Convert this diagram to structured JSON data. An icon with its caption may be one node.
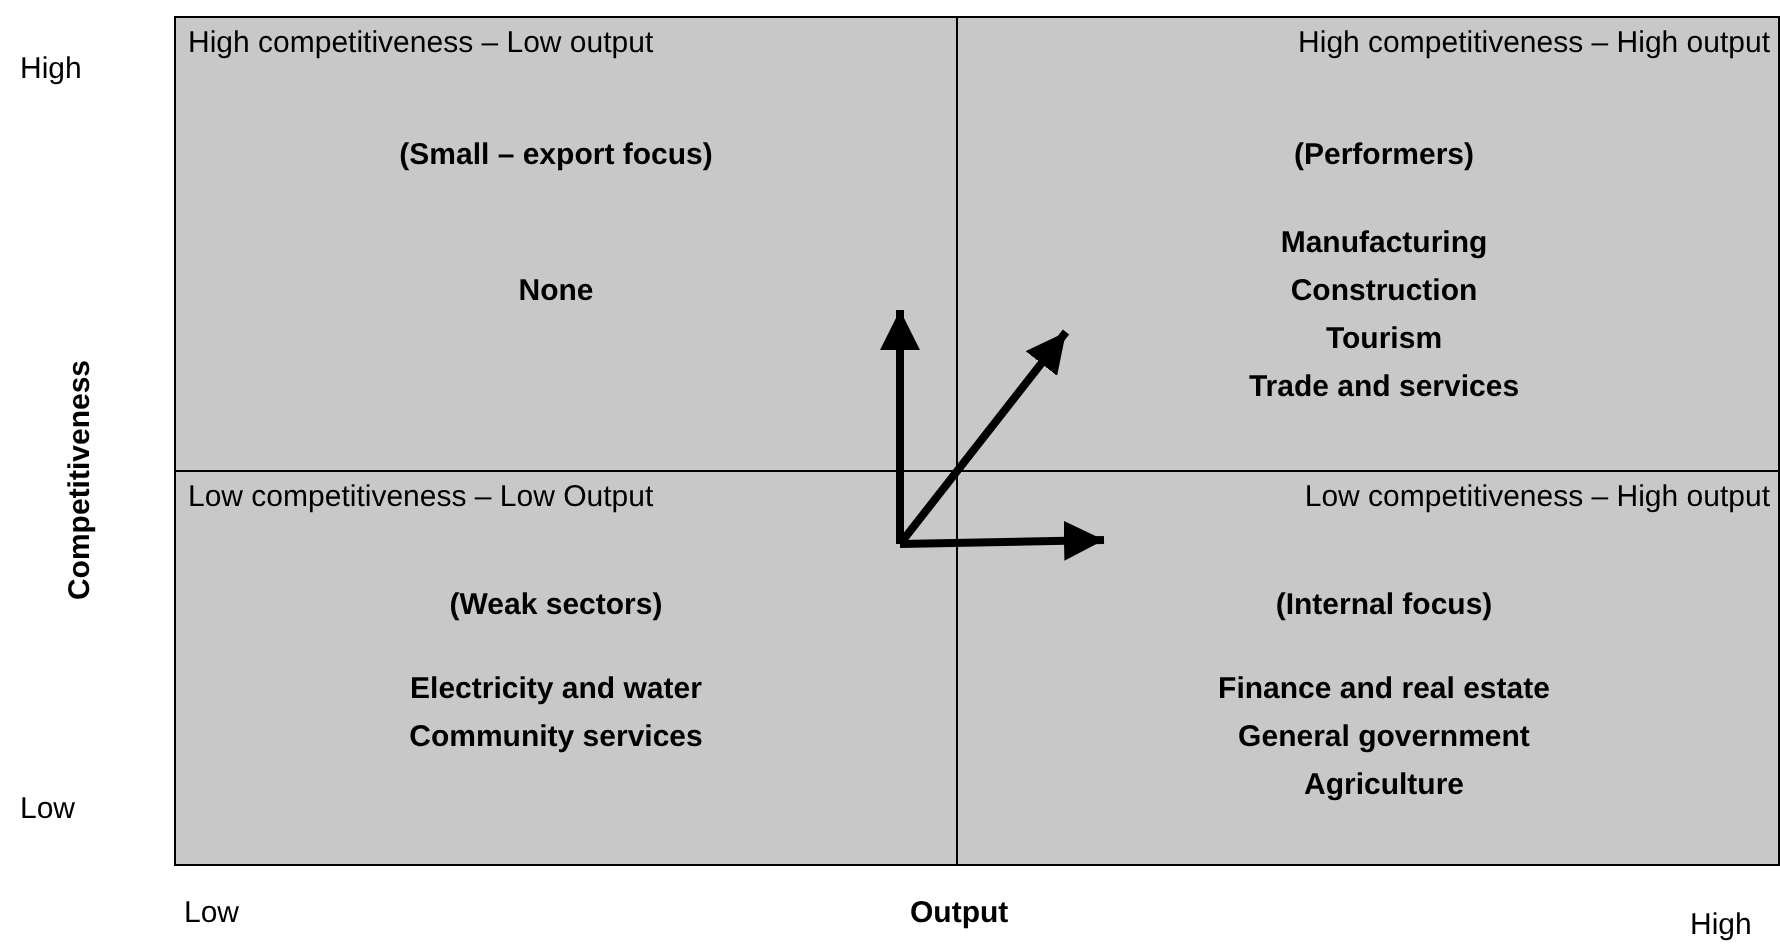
{
  "diagram": {
    "nodes": [
      {
        "text": [
          "High competitiveness – Low output",
          "(Small – export focus)",
          "None"
        ]
      },
      {
        "text": [
          "High competitiveness – High output",
          "(Performers)",
          "Manufacturing",
          "Construction",
          "Tourism",
          "Trade and services"
        ]
      },
      {
        "text": [
          "Low competitiveness – Low Output",
          "(Weak sectors)",
          "Electricity and water",
          "Community services"
        ]
      },
      {
        "text": [
          "Low competitiveness – High output",
          "(Internal focus)",
          "Finance and real estate",
          "General government",
          "Agriculture"
        ]
      }
    ],
    "edges": [
      {
        "from": 2,
        "to": 0,
        "arrow": "to"
      },
      {
        "from": 2,
        "to": 3,
        "arrow": "to"
      },
      {
        "from": 2,
        "to": 1,
        "arrow": "to"
      }
    ],
    "labels": [
      "High",
      "Competitiveness",
      "Low",
      "Low",
      "Output",
      "High"
    ]
  }
}
